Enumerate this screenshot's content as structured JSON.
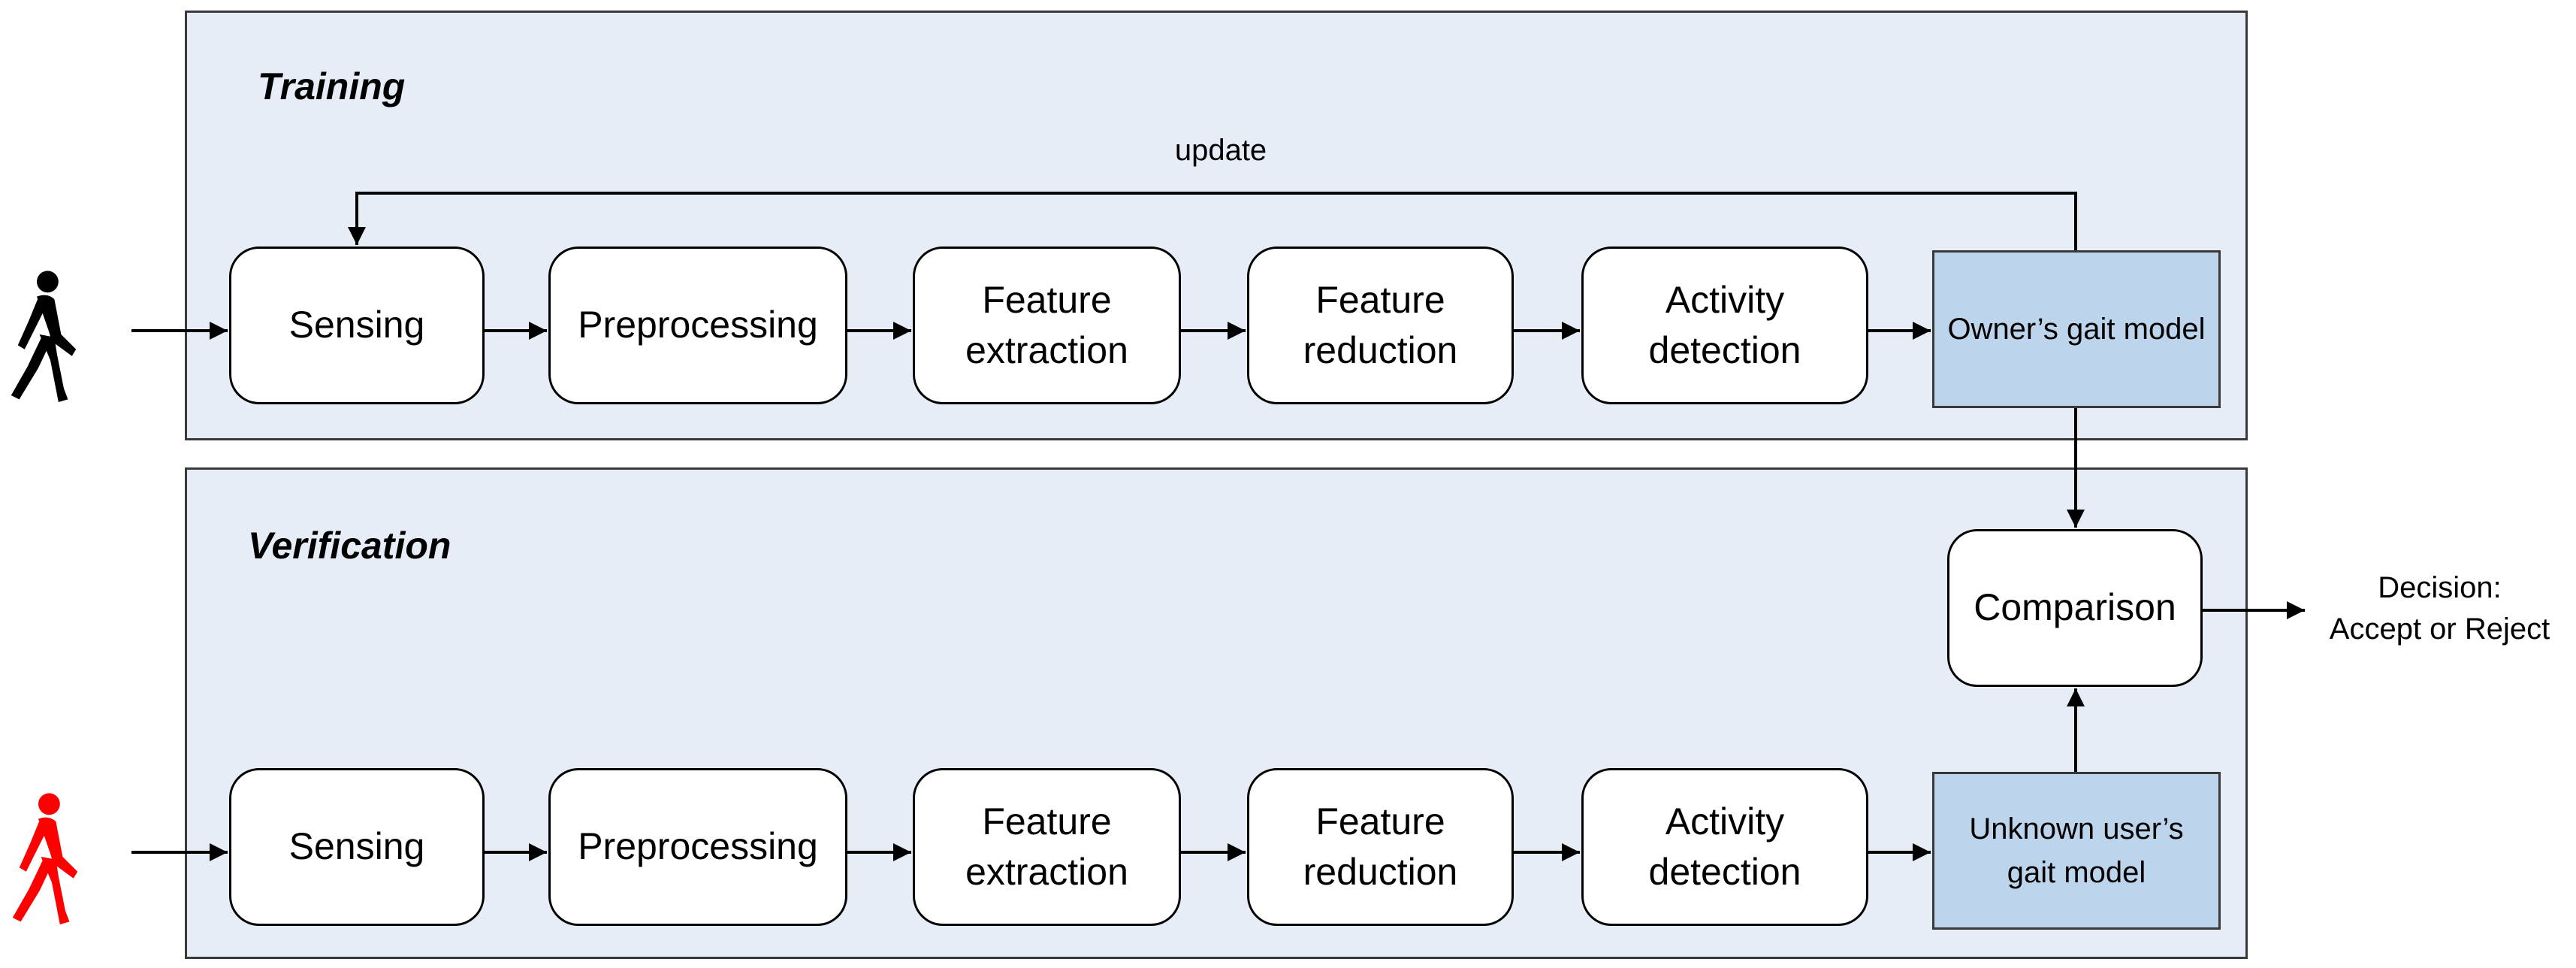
{
  "training": {
    "title": "Training",
    "update_label": "update",
    "steps": [
      "Sensing",
      "Preprocessing",
      "Feature extraction",
      "Feature reduction",
      "Activity detection"
    ],
    "model_label": "Owner’s gait model"
  },
  "verification": {
    "title": "Verification",
    "steps": [
      "Sensing",
      "Preprocessing",
      "Feature extraction",
      "Feature reduction",
      "Activity detection"
    ],
    "model_label": "Unknown user’s gait model",
    "comparison_label": "Comparison"
  },
  "decision": {
    "line1": "Decision:",
    "line2": "Accept or Reject"
  },
  "colors": {
    "panel_fill": "#e6edf7",
    "model_fill": "#bcd4ec",
    "owner_figure": "#000000",
    "unknown_figure": "#ff0000"
  },
  "icons": {
    "owner": "walking-person-icon",
    "unknown": "walking-person-icon"
  }
}
